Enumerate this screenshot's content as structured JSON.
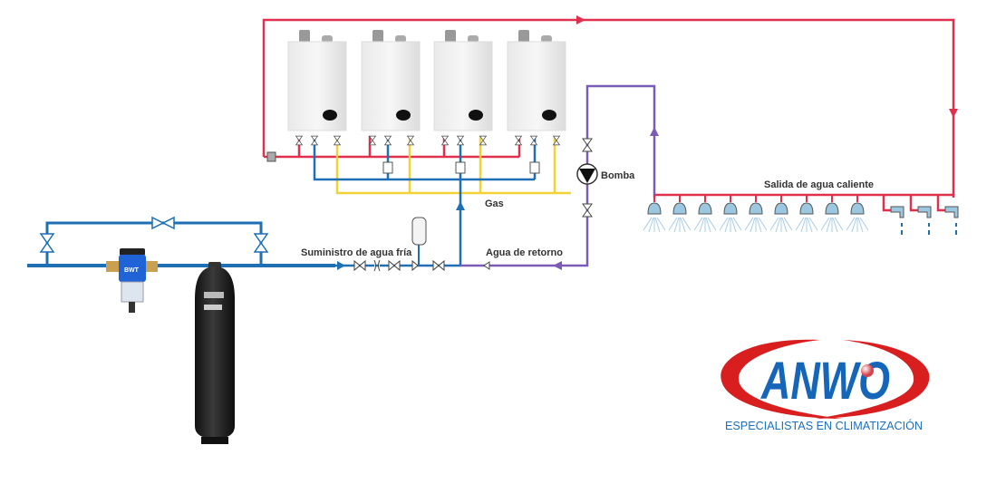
{
  "labels": {
    "pump": "Bomba",
    "gas": "Gas",
    "cold_supply": "Suministro de agua fría",
    "return_water": "Agua de retorno",
    "hot_outlet": "Salida de agua caliente"
  },
  "filter_brand": "BWT",
  "logo": {
    "name": "ANWO",
    "tagline": "ESPECIALISTAS EN CLIMATIZACIÓN"
  },
  "boiler_count": 4,
  "shower_count": 9,
  "tap_count": 3,
  "colors": {
    "hot_water": "#e0304e",
    "cold_water": "#1f6fb5",
    "gas": "#f2d234",
    "return": "#7a5cb8",
    "logo_red": "#d81e1e",
    "logo_blue": "#1565b8"
  }
}
